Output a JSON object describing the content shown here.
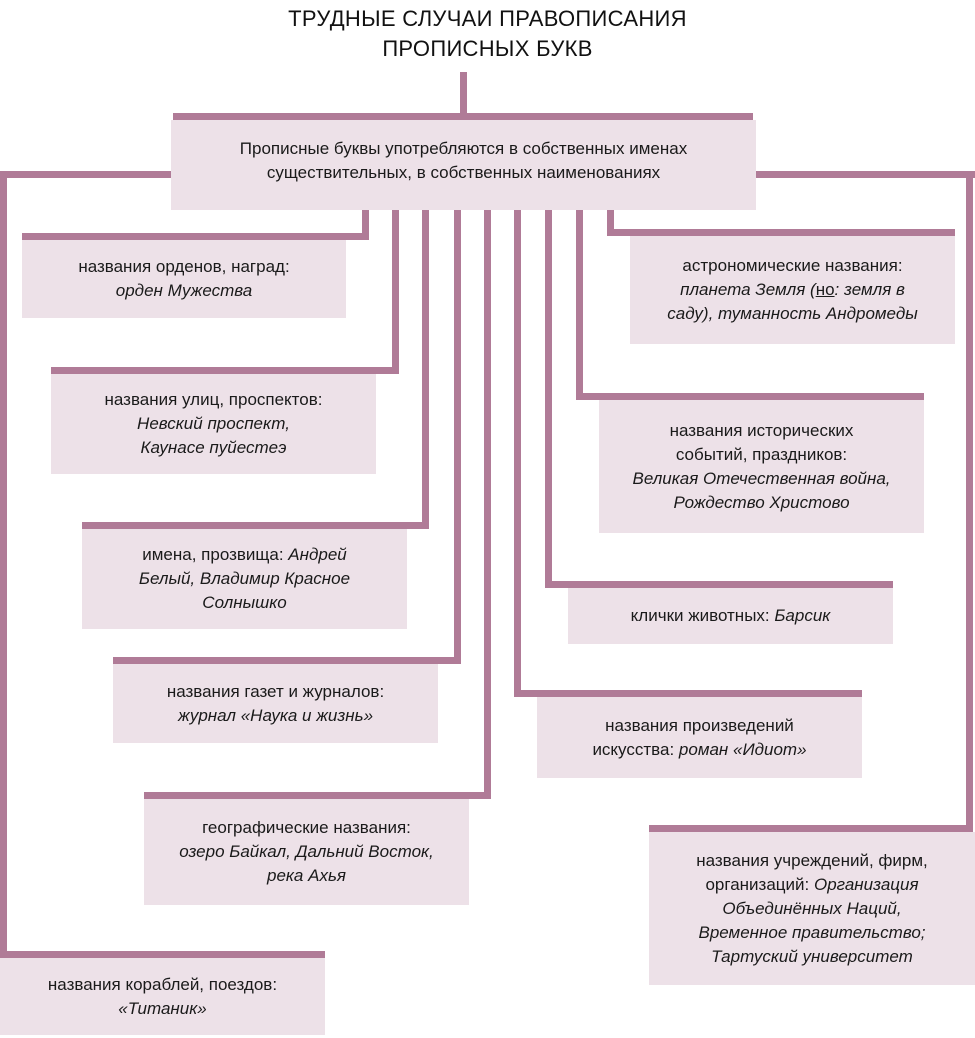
{
  "diagram": {
    "title_line1": "ТРУДНЫЕ СЛУЧАИ ПРАВОПИСАНИЯ",
    "title_line2": "ПРОПИСНЫХ БУКВ",
    "root": {
      "line1": "Прописные буквы употребляются в собственных именах",
      "line2": "существительных, в собственных наименованиях"
    },
    "orders": {
      "label": "названия орденов, наград:",
      "example": "орден Мужества"
    },
    "streets": {
      "label": "названия улиц, проспектов:",
      "example1": "Невский проспект,",
      "example2": "Каунасе пуйестеэ"
    },
    "names": {
      "label": "имена, прозвища: ",
      "ex1": "Андрей",
      "ex2": "Белый, Владимир Красное",
      "ex3": "Солнышко"
    },
    "newspapers": {
      "label": "названия газет и журналов:",
      "example": "журнал «Наука и жизнь»"
    },
    "geography": {
      "label": "географические названия:",
      "example1": "озеро Байкал, Дальний Восток,",
      "example2": "река Ахья"
    },
    "ships": {
      "label": "названия кораблей, поездов:",
      "example": "«Титаник»"
    },
    "astronomy": {
      "label": "астрономические названия:",
      "ex1a": "планета Земля (",
      "ex1b": "но",
      "ex1c": ": земля в",
      "ex2": "саду), туманность Андромеды"
    },
    "history": {
      "label1": "названия исторических",
      "label2": "событий, праздников:",
      "example1": "Великая Отечественная война,",
      "example2": "Рождество Христово"
    },
    "animals": {
      "label": "клички животных: ",
      "example": "Барсик"
    },
    "art": {
      "label1": "названия произведений",
      "label2": "искусства: ",
      "example": "роман «Идиот»"
    },
    "institutions": {
      "label1": "названия учреждений, фирм,",
      "label2": "организаций: ",
      "ex1": "Организация",
      "ex2": "Объединённых Наций,",
      "ex3": "Временное правительство;",
      "ex4": "Тартуский университет"
    }
  },
  "colors": {
    "connector": "#b07b97",
    "box_fill": "#ede1e8",
    "text": "#1a1a1a"
  }
}
